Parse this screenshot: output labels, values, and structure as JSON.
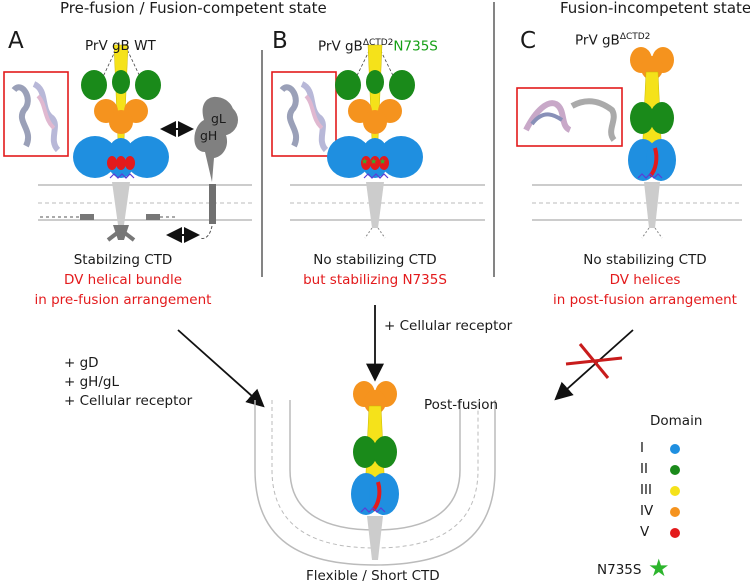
{
  "headers": {
    "left": "Pre-fusion / Fusion-competent state",
    "right": "Fusion-incompetent state"
  },
  "panels": {
    "a": {
      "letter": "A",
      "title": "PrV gB WT",
      "caption_black": "Stabilzing CTD",
      "caption_red_1": "DV helical bundle",
      "caption_red_2": "in pre-fusion arrangement",
      "gl": "gL",
      "gh": "gH"
    },
    "b": {
      "letter": "B",
      "title_prefix": "PrV gB",
      "title_super": "ΔCTD2",
      "title_green": "N735S",
      "caption_black": "No stabilizing CTD",
      "caption_red": "but stabilizing N735S"
    },
    "c": {
      "letter": "C",
      "title_prefix": "PrV gB",
      "title_super": "ΔCTD2",
      "caption_black": "No stabilizing CTD",
      "caption_red_1": "DV helices",
      "caption_red_2": "in post-fusion arrangement"
    }
  },
  "arrows": {
    "left_label_1": "+ gD",
    "left_label_2": "+ gH/gL",
    "left_label_3": "+ Cellular receptor",
    "middle_label": "+ Cellular receptor"
  },
  "post_fusion": {
    "label": "Post-fusion",
    "caption": "Flexible / Short CTD"
  },
  "legend": {
    "title": "Domain",
    "items": [
      {
        "label": "I",
        "color": "#1f8fe0"
      },
      {
        "label": "II",
        "color": "#1a8a1a"
      },
      {
        "label": "III",
        "color": "#f5e21a"
      },
      {
        "label": "IV",
        "color": "#f5931e"
      },
      {
        "label": "V",
        "color": "#e31a1c"
      }
    ],
    "mutation_label": "N735S",
    "mutation_color": "#2db52d"
  }
}
